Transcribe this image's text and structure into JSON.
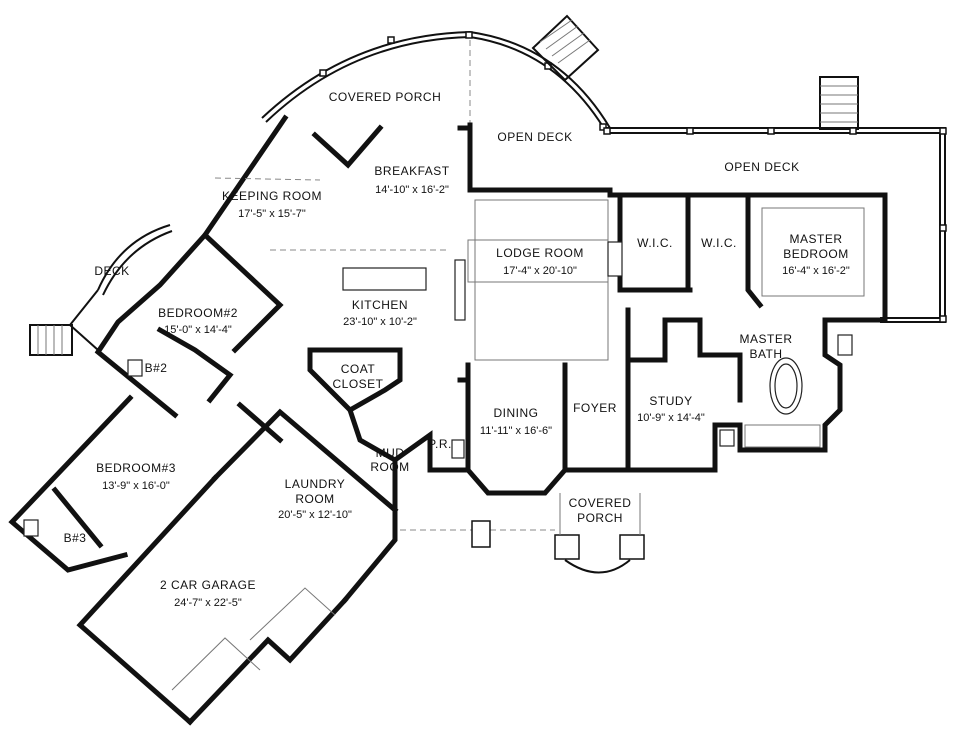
{
  "rooms": {
    "covered_porch_rear": {
      "name": "COVERED PORCH"
    },
    "open_deck_left": {
      "name": "OPEN DECK"
    },
    "open_deck_right": {
      "name": "OPEN DECK"
    },
    "breakfast": {
      "name": "BREAKFAST",
      "dim": "14'-10\" x 16'-2\""
    },
    "keeping_room": {
      "name": "KEEPING ROOM",
      "dim": "17'-5\" x 15'-7\""
    },
    "deck": {
      "name": "DECK"
    },
    "bedroom2": {
      "name": "BEDROOM#2",
      "dim": "15'-0\" x 14'-4\""
    },
    "bath2": {
      "name": "B#2"
    },
    "kitchen": {
      "name": "KITCHEN",
      "dim": "23'-10\" x 10'-2\""
    },
    "coat_closet": {
      "name": "COAT",
      "name2": "CLOSET"
    },
    "lodge_room": {
      "name": "LODGE ROOM",
      "dim": "17'-4\" x 20'-10\""
    },
    "wic1": {
      "name": "W.I.C."
    },
    "wic2": {
      "name": "W.I.C."
    },
    "master_bedroom": {
      "name": "MASTER",
      "name2": "BEDROOM",
      "dim": "16'-4\" x 16'-2\""
    },
    "master_bath": {
      "name": "MASTER",
      "name2": "BATH"
    },
    "study": {
      "name": "STUDY",
      "dim": "10'-9\" x 14'-4\""
    },
    "foyer": {
      "name": "FOYER"
    },
    "dining": {
      "name": "DINING",
      "dim": "11'-11\" x 16'-6\""
    },
    "powder": {
      "name": "P.R."
    },
    "mud_room": {
      "name": "MUD",
      "name2": "ROOM"
    },
    "laundry": {
      "name": "LAUNDRY",
      "name2": "ROOM",
      "dim": "20'-5\" x 12'-10\""
    },
    "bedroom3": {
      "name": "BEDROOM#3",
      "dim": "13'-9\" x 16'-0\""
    },
    "bath3": {
      "name": "B#3"
    },
    "covered_porch_front": {
      "name": "COVERED",
      "name2": "PORCH"
    },
    "garage": {
      "name": "2 CAR GARAGE",
      "dim": "24'-7\" x 22'-5\""
    }
  }
}
